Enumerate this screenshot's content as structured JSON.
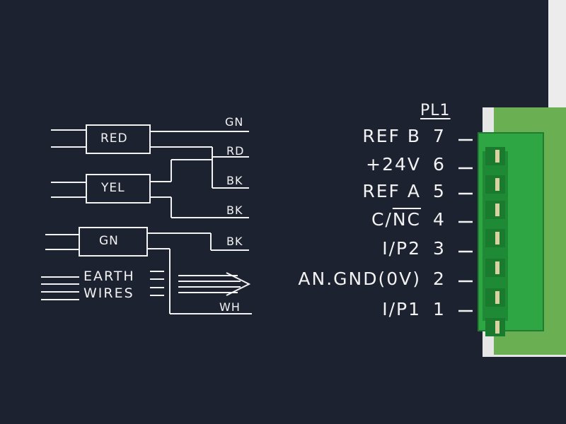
{
  "connector": {
    "name": "PL1",
    "pins": [
      {
        "label": "REF  B",
        "number": "7"
      },
      {
        "label": "+24V",
        "number": "6"
      },
      {
        "label": "REF  A",
        "number": "5"
      },
      {
        "label_pre": "C/",
        "label_ov": "NC",
        "number": "4"
      },
      {
        "label": "I/P2",
        "number": "3"
      },
      {
        "label": "AN.GND(0V)",
        "number": "2"
      },
      {
        "label": "I/P1",
        "number": "1"
      }
    ]
  },
  "wiring": {
    "boxes": [
      "RED",
      "YEL",
      "GN"
    ],
    "wire_colors": [
      "GN",
      "RD",
      "BK",
      "BK",
      "BK",
      "WH"
    ],
    "earth": [
      "EARTH",
      "WIRES"
    ]
  },
  "colors": {
    "panel": "#1d2230",
    "print": "#f2f2f2",
    "terminal_green": "#2faa45",
    "pcb_green": "#5aa84a",
    "background": "#ececec"
  }
}
